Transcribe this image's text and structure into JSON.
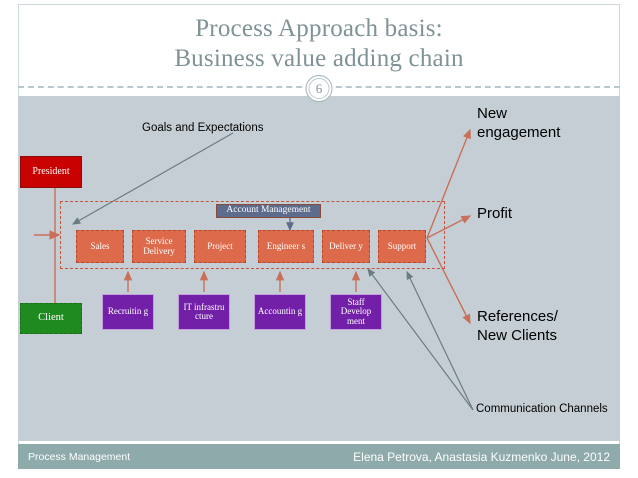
{
  "slide": {
    "title_lines": [
      "Process Approach basis:",
      "Business value adding chain"
    ],
    "number": "6",
    "background_color": "#c5ced4",
    "title_color": "#7f9296"
  },
  "footer": {
    "left": "Process Management",
    "right": "Elena Petrova, Anastasia Kuzmenko  June, 2012",
    "bar_color": "#8eaaab"
  },
  "diagram": {
    "annotations": {
      "goals": "Goals and Expectations",
      "communication": "Communication Channels"
    },
    "nodes": {
      "president": "President",
      "client": "Client",
      "account_management": "Account Management"
    },
    "process_chain": [
      {
        "label": "Sales"
      },
      {
        "label": "Service Delivery"
      },
      {
        "label": "Project"
      },
      {
        "label": "Engineer s"
      },
      {
        "label": "Deliver y"
      },
      {
        "label": "Support"
      }
    ],
    "support_functions": [
      {
        "label": "Recruitin g"
      },
      {
        "label": "IT infrastru cture"
      },
      {
        "label": "Accountin g"
      },
      {
        "label": "Staff Develop ment"
      }
    ],
    "outcomes": [
      {
        "lines": [
          "New",
          "engagement"
        ]
      },
      {
        "lines": [
          "Profit"
        ]
      },
      {
        "lines": [
          "References/",
          "New Clients"
        ]
      }
    ],
    "colors": {
      "process": "#dd6a4b",
      "support": "#7320a8",
      "president": "#c80000",
      "client": "#1f8a1f",
      "account": "#5d6b8c",
      "arrow_orange": "#c8705a",
      "arrow_gray": "#6b7b84"
    }
  }
}
